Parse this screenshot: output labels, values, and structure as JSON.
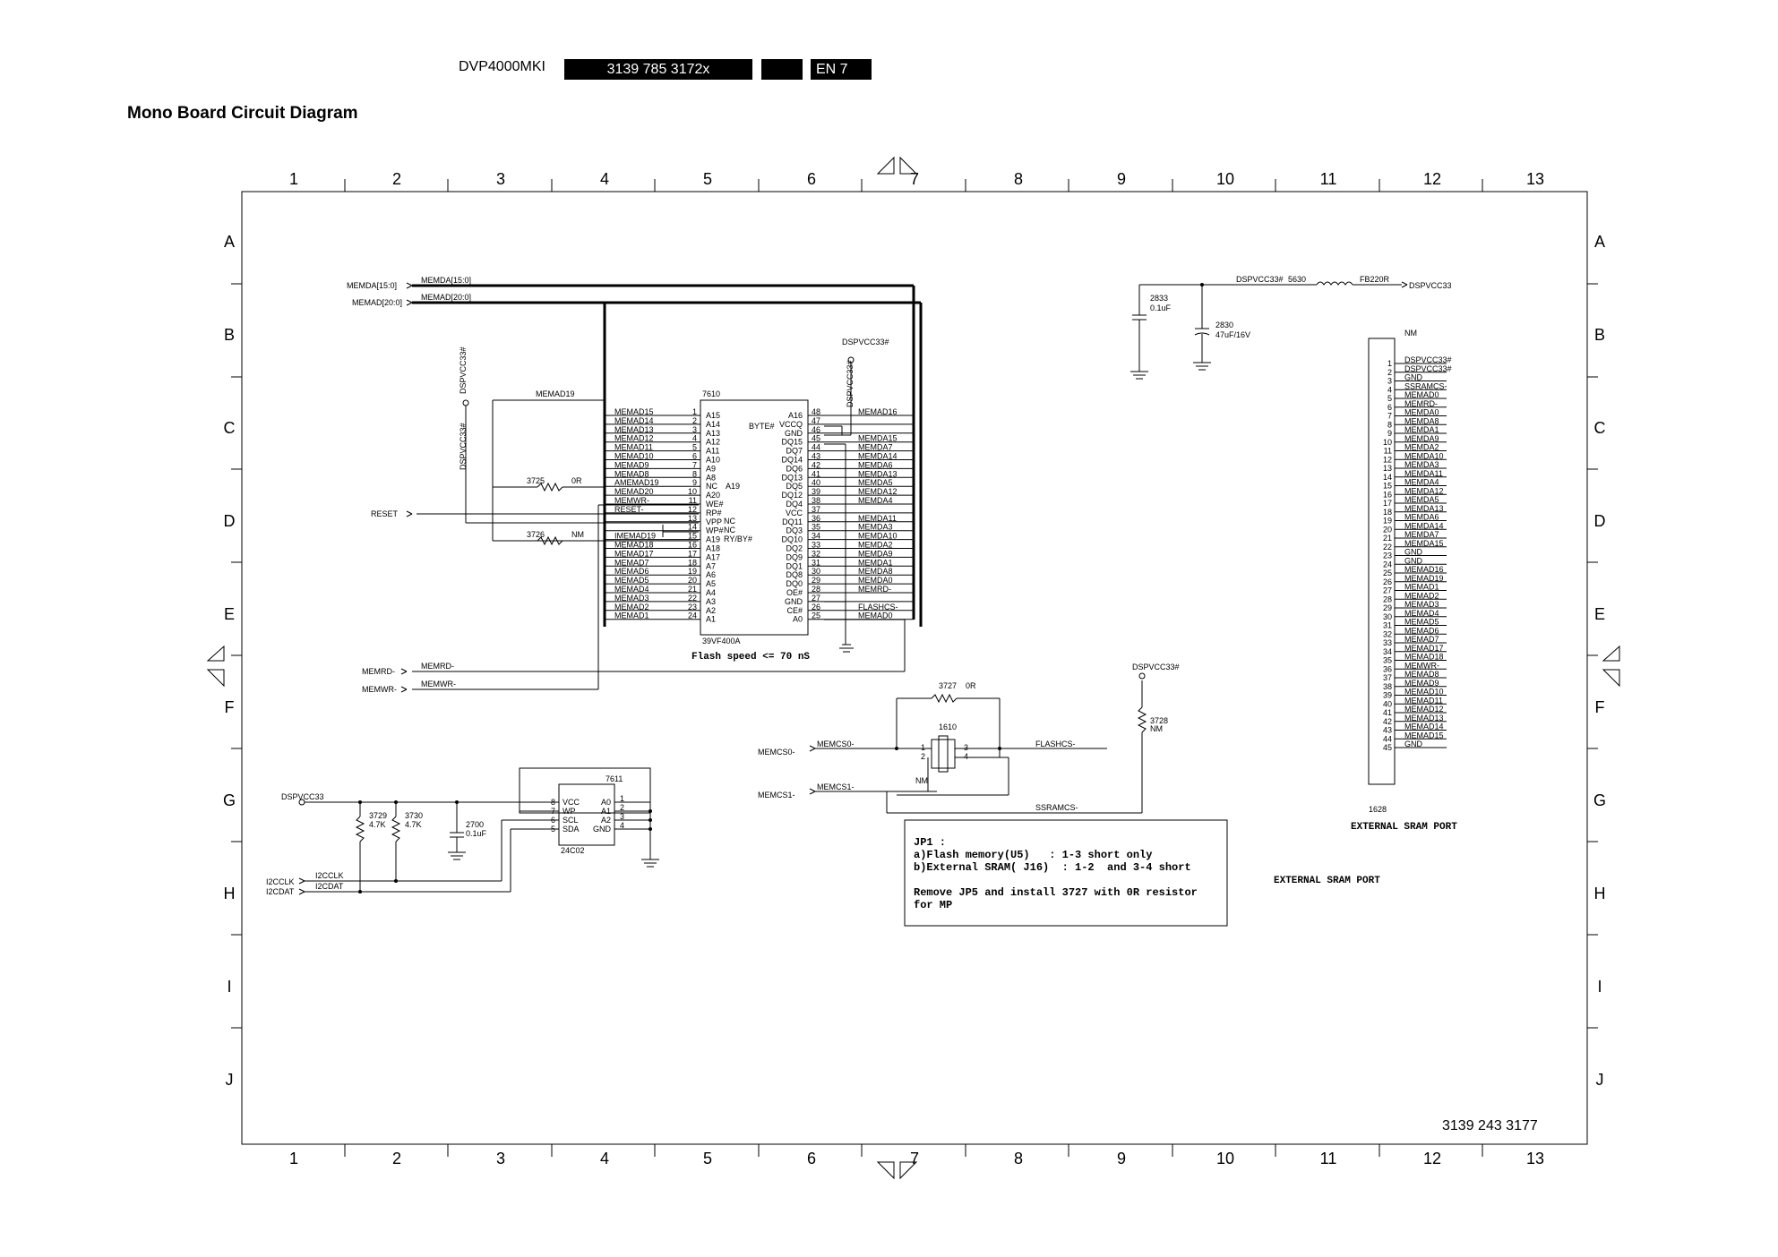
{
  "header": {
    "model": "DVP4000MKI",
    "code": "3139 785 3172x",
    "blank": "",
    "lang": "EN 7"
  },
  "title": "Mono Board Circuit Diagram",
  "grid": {
    "columns": [
      "1",
      "2",
      "3",
      "4",
      "5",
      "6",
      "7",
      "8",
      "9",
      "10",
      "11",
      "12",
      "13"
    ],
    "rows": [
      "A",
      "B",
      "C",
      "D",
      "E",
      "F",
      "G",
      "H",
      "I",
      "J"
    ]
  },
  "drawing_number": "3139 243 3177",
  "nets": {
    "memda_bus": "MEMDA[15:0]",
    "memad_bus": "MEMAD[20:0]",
    "reset": "RESET",
    "memrd": "MEMRD-",
    "memwr": "MEMWR-",
    "memcs0": "MEMCS0-",
    "memcs1": "MEMCS1-",
    "flashcs": "FLASHCS-",
    "ssramcs": "SSRAMCS-",
    "i2cclk": "I2CCLK",
    "i2cdat": "I2CDAT",
    "dspvcc33": "DSPVCC33",
    "dspvcc33h": "DSPVCC33#",
    "memad19": "MEMAD19"
  },
  "flash": {
    "ref": "7610",
    "part": "39VF400A",
    "speed_note": "Flash speed <= 70 nS",
    "left_nets": [
      "MEMAD15",
      "MEMAD14",
      "MEMAD13",
      "MEMAD12",
      "MEMAD11",
      "MEMAD10",
      "MEMAD9",
      "MEMAD8",
      "AMEMAD19",
      "MEMAD20",
      "MEMWR-",
      "RESET-",
      "",
      "",
      "IMEMAD19",
      "MEMAD18",
      "MEMAD17",
      "MEMAD7",
      "MEMAD6",
      "MEMAD5",
      "MEMAD4",
      "MEMAD3",
      "MEMAD2",
      "MEMAD1"
    ],
    "left_pins": [
      "1",
      "2",
      "3",
      "4",
      "5",
      "6",
      "7",
      "8",
      "9",
      "10",
      "11",
      "12",
      "13",
      "14",
      "15",
      "16",
      "17",
      "18",
      "19",
      "20",
      "21",
      "22",
      "23",
      "24"
    ],
    "left_names": [
      "A15",
      "A14",
      "A13",
      "A12",
      "A11",
      "A10",
      "A9",
      "A8",
      "NC",
      "A20",
      "WE#",
      "RP#",
      "VPP",
      "WP#",
      "A19",
      "A18",
      "A17",
      "A7",
      "A6",
      "A5",
      "A4",
      "A3",
      "A2",
      "A1"
    ],
    "right_names": [
      "A16",
      "VCCQ",
      "GND",
      "DQ15",
      "DQ7",
      "DQ14",
      "DQ6",
      "DQ13",
      "DQ5",
      "DQ12",
      "DQ4",
      "VCC",
      "DQ11",
      "DQ3",
      "DQ10",
      "DQ2",
      "DQ9",
      "DQ1",
      "DQ8",
      "DQ0",
      "OE#",
      "GND",
      "CE#",
      "A0"
    ],
    "right_pins": [
      "48",
      "47",
      "46",
      "45",
      "44",
      "43",
      "42",
      "41",
      "40",
      "39",
      "38",
      "37",
      "36",
      "35",
      "34",
      "33",
      "32",
      "31",
      "30",
      "29",
      "28",
      "27",
      "26",
      "25"
    ],
    "right_nets": [
      "MEMAD16",
      "",
      "",
      "MEMDA15",
      "MEMDA7",
      "MEMDA14",
      "MEMDA6",
      "MEMDA13",
      "MEMDA5",
      "MEMDA12",
      "MEMDA4",
      "",
      "MEMDA11",
      "MEMDA3",
      "MEMDA10",
      "MEMDA2",
      "MEMDA9",
      "MEMDA1",
      "MEMDA8",
      "MEMDA0",
      "MEMRD-",
      "",
      "FLASHCS-",
      "MEMAD0"
    ],
    "inner_labels": [
      "A19",
      "NC",
      "NC",
      "RY/BY#",
      "BYTE#"
    ]
  },
  "components": {
    "r3725": {
      "ref": "3725",
      "value": "0R"
    },
    "r3726": {
      "ref": "3726",
      "value": "NM"
    },
    "r3727": {
      "ref": "3727",
      "value": "0R"
    },
    "r3728": {
      "ref": "3728",
      "value": "NM"
    },
    "r3729": {
      "ref": "3729",
      "value": "4.7K"
    },
    "r3730": {
      "ref": "3730",
      "value": "4.7K"
    },
    "c2700": {
      "ref": "2700",
      "value": "0.1uF"
    },
    "c2833": {
      "ref": "2833",
      "value": "0.1uF"
    },
    "c2830": {
      "ref": "2830",
      "value": "47uF/16V"
    },
    "l5630": {
      "ref": "5630",
      "value": "FB220R"
    },
    "jp1610": {
      "ref": "1610",
      "value": "NM",
      "pins": [
        "1",
        "2",
        "3",
        "4"
      ]
    }
  },
  "eeprom": {
    "ref": "7611",
    "part": "24C02",
    "left_pins": [
      "8",
      "7",
      "6",
      "5"
    ],
    "left_names": [
      "VCC",
      "WP",
      "SCL",
      "SDA"
    ],
    "right_names": [
      "A0",
      "A1",
      "A2",
      "GND"
    ],
    "right_pins": [
      "1",
      "2",
      "3",
      "4"
    ]
  },
  "sram_port": {
    "ref": "1628",
    "nm_label": "NM",
    "title": "EXTERNAL SRAM PORT",
    "pins": [
      "1",
      "2",
      "3",
      "4",
      "5",
      "6",
      "7",
      "8",
      "9",
      "10",
      "11",
      "12",
      "13",
      "14",
      "15",
      "16",
      "17",
      "18",
      "19",
      "20",
      "21",
      "22",
      "23",
      "24",
      "25",
      "26",
      "27",
      "28",
      "29",
      "30",
      "31",
      "32",
      "33",
      "34",
      "35",
      "36",
      "37",
      "38",
      "39",
      "40",
      "41",
      "42",
      "43",
      "44",
      "45"
    ],
    "nets": [
      "DSPVCC33#",
      "DSPVCC33#",
      "GND",
      "SSRAMCS-",
      "MEMAD0",
      "MEMRD-",
      "MEMDA0",
      "MEMDA8",
      "MEMDA1",
      "MEMDA9",
      "MEMDA2",
      "MEMDA10",
      "MEMDA3",
      "MEMDA11",
      "MEMDA4",
      "MEMDA12",
      "MEMDA5",
      "MEMDA13",
      "MEMDA6",
      "MEMDA14",
      "MEMDA7",
      "MEMDA15",
      "GND",
      "GND",
      "MEMAD16",
      "MEMAD19",
      "MEMAD1",
      "MEMAD2",
      "MEMAD3",
      "MEMAD4",
      "MEMAD5",
      "MEMAD6",
      "MEMAD7",
      "MEMAD17",
      "MEMAD18",
      "MEMWR-",
      "MEMAD8",
      "MEMAD9",
      "MEMAD10",
      "MEMAD11",
      "MEMAD12",
      "MEMAD13",
      "MEMAD14",
      "MEMAD15",
      "GND"
    ]
  },
  "external_sram_label": "EXTERNAL SRAM PORT",
  "notes": [
    "JP1 :",
    "a)Flash memory(U5)   : 1-3 short only",
    "b)External SRAM( J16)  : 1-2  and 3-4 short",
    "",
    "Remove JP5 and install 3727 with 0R resistor",
    "for MP"
  ],
  "colors": {
    "ink": "#000000",
    "paper": "#ffffff"
  }
}
